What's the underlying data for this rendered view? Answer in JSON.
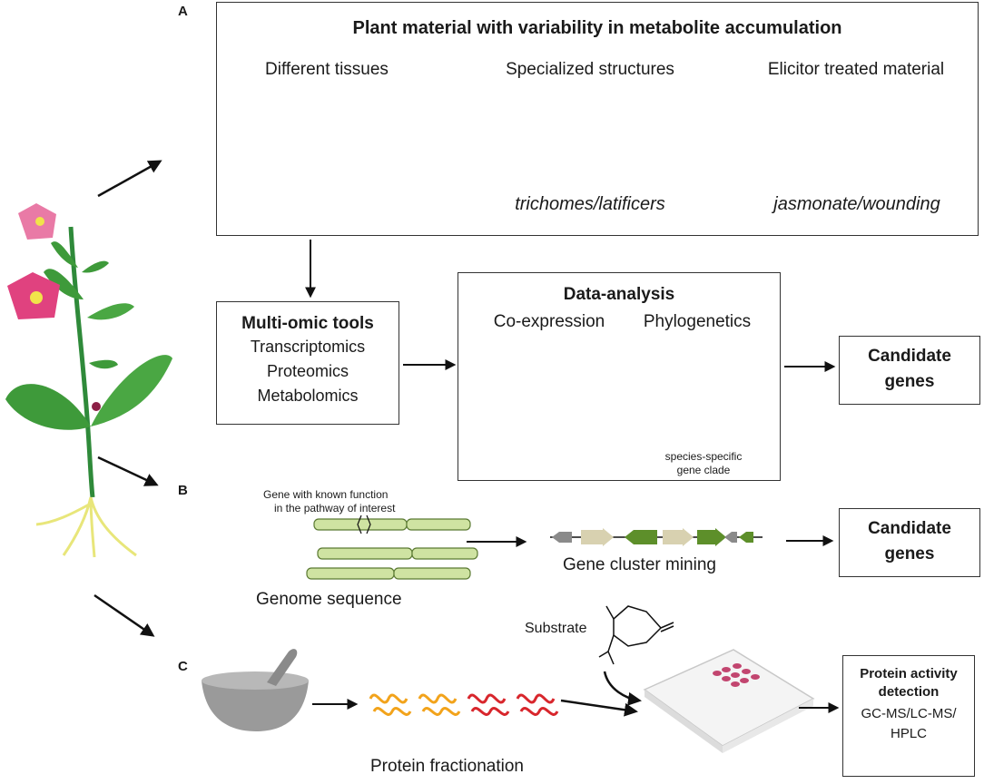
{
  "panels": {
    "a": {
      "letter": "A",
      "title": "Plant material with variability in metabolite accumulation",
      "categories": [
        {
          "label": "Different tissues",
          "caption": ""
        },
        {
          "label": "Specialized structures",
          "caption": "trichomes/latificers"
        },
        {
          "label": "Elicitor treated material",
          "caption": "jasmonate/wounding"
        }
      ],
      "multiomic": {
        "title": "Multi-omic tools",
        "items": [
          "Transcriptomics",
          "Proteomics",
          "Metabolomics"
        ]
      },
      "analysis": {
        "title": "Data-analysis",
        "coexpression": "Co-expression",
        "phylogenetics": "Phylogenetics",
        "clade_note_1": "species-specific",
        "clade_note_2": "gene clade"
      },
      "result_1": "Candidate",
      "result_2": "genes"
    },
    "b": {
      "letter": "B",
      "gene_note_1": "Gene with known function",
      "gene_note_2": "in the pathway of interest",
      "genome_label": "Genome sequence",
      "cluster_label": "Gene cluster mining",
      "result_1": "Candidate",
      "result_2": "genes"
    },
    "c": {
      "letter": "C",
      "substrate_label": "Substrate",
      "fractionation_label": "Protein fractionation",
      "detection": {
        "line1": "Protein activity",
        "line2": "detection",
        "line3": "GC-MS/LC-MS/",
        "line4": "HPLC"
      }
    }
  },
  "colors": {
    "flower": "#e0427f",
    "leaf": "#3e9a3a",
    "root": "#e8e67a",
    "gene_green": "#cfe3a2",
    "arrow_dark_green": "#5d8f2a",
    "arrow_tan": "#d8d1b0",
    "arrow_grey": "#8a8a8a",
    "protein_orange": "#f2a31b",
    "protein_red": "#d8262c",
    "well_pink": "#c2456f",
    "trichome_green": "#9fd06a"
  }
}
